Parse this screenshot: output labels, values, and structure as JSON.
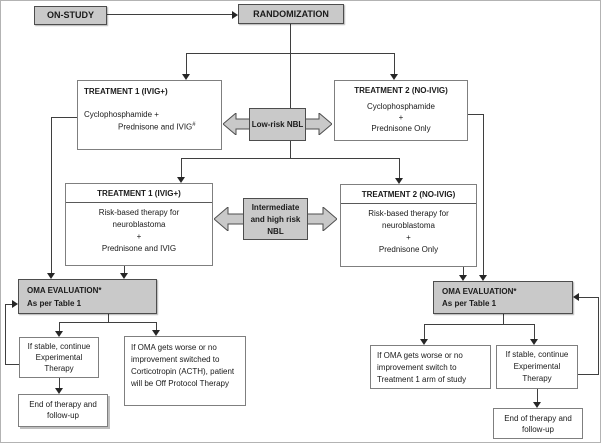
{
  "colors": {
    "gray_fill": "#c9c9c9",
    "gray_border": "#4d4d4d",
    "white_box_border": "#7f7f7f",
    "line": "#3f3f3f",
    "text": "#1a1a1a"
  },
  "flowchart": {
    "on_study": {
      "label": "ON-STUDY"
    },
    "randomization": {
      "label": "RANDOMIZATION"
    },
    "treatment1_row1": {
      "title": "TREATMENT 1 (IVIG+)",
      "line1": "Cyclophosphamide +",
      "line2": "Prednisone and IVIG",
      "line2_sup": "#"
    },
    "treatment2_row1": {
      "title": "TREATMENT 2 (NO-IVIG)",
      "line1": "Cyclophosphamide",
      "line2": "+",
      "line3": "Prednisone Only"
    },
    "low_risk": {
      "label": "Low-risk NBL"
    },
    "treatment1_row2": {
      "title": "TREATMENT 1 (IVIG+)",
      "line1": "Risk-based therapy for",
      "line2": "neuroblastoma",
      "line3": "+",
      "line4": "Prednisone and IVIG"
    },
    "treatment2_row2": {
      "title": "TREATMENT 2 (NO-IVIG)",
      "line1": "Risk-based therapy for",
      "line2": "neuroblastoma",
      "line3": "+",
      "line4": "Prednisone Only"
    },
    "intermediate_risk": {
      "line1": "Intermediate",
      "line2": "and high risk",
      "line3": "NBL"
    },
    "oma_left": {
      "line1": "OMA EVALUATION*",
      "line2": "As per Table 1"
    },
    "oma_right": {
      "line1": "OMA EVALUATION*",
      "line2": "As per Table 1"
    },
    "stable_left": {
      "text": "If stable, continue Experimental Therapy"
    },
    "worse_left": {
      "text": "If OMA gets worse or no improvement switched to Corticotropin (ACTH), patient will be Off Protocol Therapy"
    },
    "end_left": {
      "text": "End of therapy and follow-up"
    },
    "worse_right": {
      "text": "If OMA gets worse or no improvement switch to Treatment 1 arm of study"
    },
    "stable_right": {
      "text": "If stable, continue Experimental Therapy"
    },
    "end_right": {
      "text": "End of therapy and follow-up"
    }
  }
}
